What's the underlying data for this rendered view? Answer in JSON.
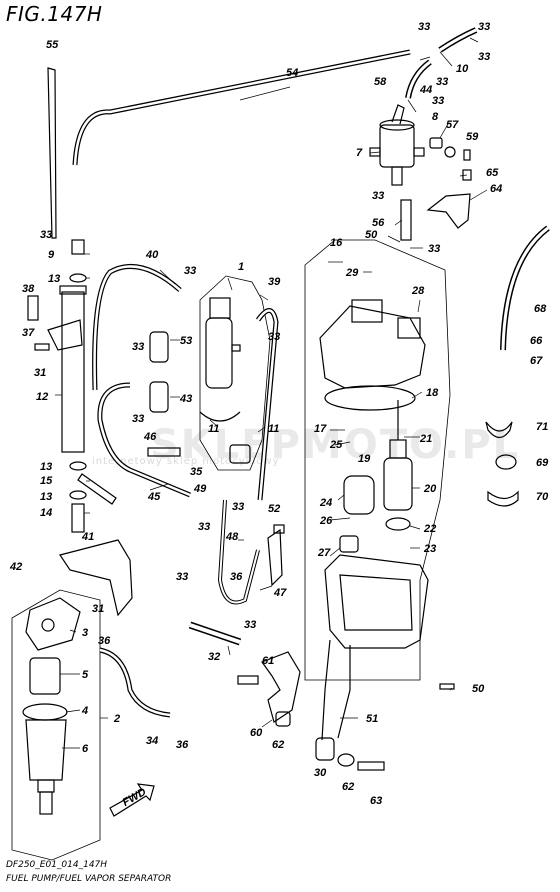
{
  "figure": {
    "title": "FIG.147H",
    "code": "DF250_E01_014_147H",
    "name": "FUEL PUMP/FUEL VAPOR SEPARATOR"
  },
  "watermark": {
    "main": "SKLEPMOTO.PL",
    "sub": "internetowy sklep motocyklowy"
  },
  "fwd_label": "FWD",
  "callouts": [
    "1",
    "2",
    "3",
    "4",
    "5",
    "6",
    "7",
    "8",
    "9",
    "10",
    "11",
    "11",
    "12",
    "13",
    "13",
    "13",
    "14",
    "15",
    "16",
    "17",
    "18",
    "19",
    "20",
    "21",
    "22",
    "23",
    "24",
    "25",
    "26",
    "27",
    "28",
    "29",
    "30",
    "31",
    "31",
    "32",
    "33",
    "33",
    "33",
    "33",
    "33",
    "33",
    "33",
    "33",
    "33",
    "33",
    "33",
    "33",
    "33",
    "33",
    "33",
    "34",
    "35",
    "36",
    "36",
    "36",
    "37",
    "38",
    "39",
    "40",
    "41",
    "42",
    "43",
    "44",
    "45",
    "46",
    "47",
    "48",
    "49",
    "50",
    "50",
    "51",
    "52",
    "53",
    "54",
    "55",
    "56",
    "57",
    "58",
    "59",
    "60",
    "61",
    "62",
    "62",
    "63",
    "64",
    "65",
    "66",
    "67",
    "68",
    "69",
    "70",
    "71"
  ]
}
